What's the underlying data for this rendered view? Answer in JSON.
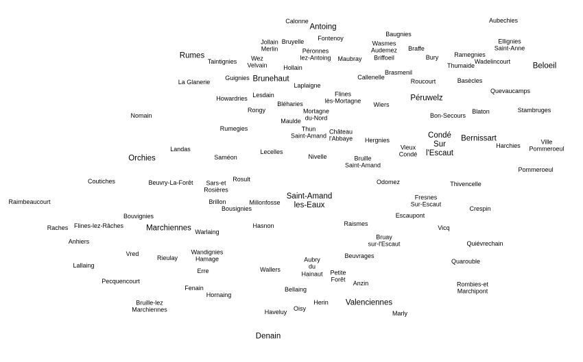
{
  "places": [
    {
      "name": "Aubechies",
      "tier": "minor"
    },
    {
      "name": "Calonne",
      "tier": "minor"
    },
    {
      "name": "Antoing",
      "tier": "major"
    },
    {
      "name": "Baugnies",
      "tier": "minor"
    },
    {
      "name": "Fontenoy",
      "tier": "minor"
    },
    {
      "name": "Jollain\nMerlin",
      "tier": "minor"
    },
    {
      "name": "Bruyelle",
      "tier": "minor"
    },
    {
      "name": "Wasmes\nAudemez\nBriffoeil",
      "tier": "minor"
    },
    {
      "name": "Braffe",
      "tier": "minor"
    },
    {
      "name": "Ellignies\nSaint-Anne",
      "tier": "minor"
    },
    {
      "name": "Rumes",
      "tier": "major"
    },
    {
      "name": "Taintignies",
      "tier": "minor"
    },
    {
      "name": "Wez\nVelvain",
      "tier": "minor"
    },
    {
      "name": "Péronnes\nlez-Antoing",
      "tier": "minor"
    },
    {
      "name": "Maubray",
      "tier": "minor"
    },
    {
      "name": "Bury",
      "tier": "minor"
    },
    {
      "name": "Ramegnies",
      "tier": "minor"
    },
    {
      "name": "Thumaide",
      "tier": "minor"
    },
    {
      "name": "Wadelincourt",
      "tier": "minor"
    },
    {
      "name": "Beloeil",
      "tier": "major"
    },
    {
      "name": "Hollain",
      "tier": "minor"
    },
    {
      "name": "Brasmenil",
      "tier": "minor"
    },
    {
      "name": "Guignies",
      "tier": "minor"
    },
    {
      "name": "Brunehaut",
      "tier": "major"
    },
    {
      "name": "Callenelle",
      "tier": "minor"
    },
    {
      "name": "Roucourt",
      "tier": "minor"
    },
    {
      "name": "Basècles",
      "tier": "minor"
    },
    {
      "name": "La Glanerie",
      "tier": "minor"
    },
    {
      "name": "Laplaigne",
      "tier": "minor"
    },
    {
      "name": "Quevaucamps",
      "tier": "minor"
    },
    {
      "name": "Lesdain",
      "tier": "minor"
    },
    {
      "name": "Flines\nlès-Mortagne",
      "tier": "minor"
    },
    {
      "name": "Howardries",
      "tier": "minor"
    },
    {
      "name": "Péruwelz",
      "tier": "major"
    },
    {
      "name": "Bléharies",
      "tier": "minor"
    },
    {
      "name": "Wiers",
      "tier": "minor"
    },
    {
      "name": "Rongy",
      "tier": "minor"
    },
    {
      "name": "Mortagne\ndu-Nord",
      "tier": "minor"
    },
    {
      "name": "Blaton",
      "tier": "minor"
    },
    {
      "name": "Stambruges",
      "tier": "minor"
    },
    {
      "name": "Nomain",
      "tier": "minor"
    },
    {
      "name": "Bon-Secours",
      "tier": "minor"
    },
    {
      "name": "Maulde",
      "tier": "minor"
    },
    {
      "name": "Rumegies",
      "tier": "minor"
    },
    {
      "name": "Thun\nSaint-Amand",
      "tier": "minor"
    },
    {
      "name": "Château\nl'Abbaye",
      "tier": "minor"
    },
    {
      "name": "Condé\nSur\nl'Escaut",
      "tier": "major"
    },
    {
      "name": "Bernissart",
      "tier": "major"
    },
    {
      "name": "Hergnies",
      "tier": "minor"
    },
    {
      "name": "Ville\nPommeroeul",
      "tier": "minor"
    },
    {
      "name": "Landas",
      "tier": "minor"
    },
    {
      "name": "Vieux\nCondé",
      "tier": "minor"
    },
    {
      "name": "Harchies",
      "tier": "minor"
    },
    {
      "name": "Lecelles",
      "tier": "minor"
    },
    {
      "name": "Saméon",
      "tier": "minor"
    },
    {
      "name": "Nivelle",
      "tier": "minor"
    },
    {
      "name": "Orchies",
      "tier": "major"
    },
    {
      "name": "Bruille\nSaint-Amand",
      "tier": "minor"
    },
    {
      "name": "Pommeroeul",
      "tier": "minor"
    },
    {
      "name": "Rosult",
      "tier": "minor"
    },
    {
      "name": "Coutiches",
      "tier": "minor"
    },
    {
      "name": "Beuvry-La-Forêt",
      "tier": "minor"
    },
    {
      "name": "Sars-et\nRosières",
      "tier": "minor"
    },
    {
      "name": "Odomez",
      "tier": "minor"
    },
    {
      "name": "Thivencelle",
      "tier": "minor"
    },
    {
      "name": "Saint-Amand\nles-Eaux",
      "tier": "major"
    },
    {
      "name": "Fresnes\nSur-Escaut",
      "tier": "minor"
    },
    {
      "name": "Raimbeaucourt",
      "tier": "minor"
    },
    {
      "name": "Brillon",
      "tier": "minor"
    },
    {
      "name": "Millonfosse",
      "tier": "minor"
    },
    {
      "name": "Bousignies",
      "tier": "minor"
    },
    {
      "name": "Crespin",
      "tier": "minor"
    },
    {
      "name": "Escaupont",
      "tier": "minor"
    },
    {
      "name": "Bouvignies",
      "tier": "minor"
    },
    {
      "name": "Raches",
      "tier": "minor"
    },
    {
      "name": "Flines-lez-Râches",
      "tier": "minor"
    },
    {
      "name": "Marchiennes",
      "tier": "major"
    },
    {
      "name": "Hasnon",
      "tier": "minor"
    },
    {
      "name": "Raismes",
      "tier": "minor"
    },
    {
      "name": "Vicq",
      "tier": "minor"
    },
    {
      "name": "Warlaing",
      "tier": "minor"
    },
    {
      "name": "Anhiers",
      "tier": "minor"
    },
    {
      "name": "Bruay\nsur-l'Escaut",
      "tier": "minor"
    },
    {
      "name": "Quiévrechain",
      "tier": "minor"
    },
    {
      "name": "Vred",
      "tier": "minor"
    },
    {
      "name": "Wandignies\nHamage",
      "tier": "minor"
    },
    {
      "name": "Rieulay",
      "tier": "minor"
    },
    {
      "name": "Beuvrages",
      "tier": "minor"
    },
    {
      "name": "Aubry\ndu\nHainaut",
      "tier": "minor"
    },
    {
      "name": "Lallaing",
      "tier": "minor"
    },
    {
      "name": "Quarouble",
      "tier": "minor"
    },
    {
      "name": "Wallers",
      "tier": "minor"
    },
    {
      "name": "Erre",
      "tier": "minor"
    },
    {
      "name": "Petite\nForêt",
      "tier": "minor"
    },
    {
      "name": "Pecquencourt",
      "tier": "minor"
    },
    {
      "name": "Anzin",
      "tier": "minor"
    },
    {
      "name": "Rombies-et\nMarchipont",
      "tier": "minor"
    },
    {
      "name": "Fenain",
      "tier": "minor"
    },
    {
      "name": "Bellaing",
      "tier": "minor"
    },
    {
      "name": "Hornaing",
      "tier": "minor"
    },
    {
      "name": "Bruille-lez\nMarchiennes",
      "tier": "minor"
    },
    {
      "name": "Herin",
      "tier": "minor"
    },
    {
      "name": "Valenciennes",
      "tier": "major"
    },
    {
      "name": "Oisy",
      "tier": "minor"
    },
    {
      "name": "Haveluy",
      "tier": "minor"
    },
    {
      "name": "Marly",
      "tier": "minor"
    },
    {
      "name": "Denain",
      "tier": "major"
    }
  ]
}
